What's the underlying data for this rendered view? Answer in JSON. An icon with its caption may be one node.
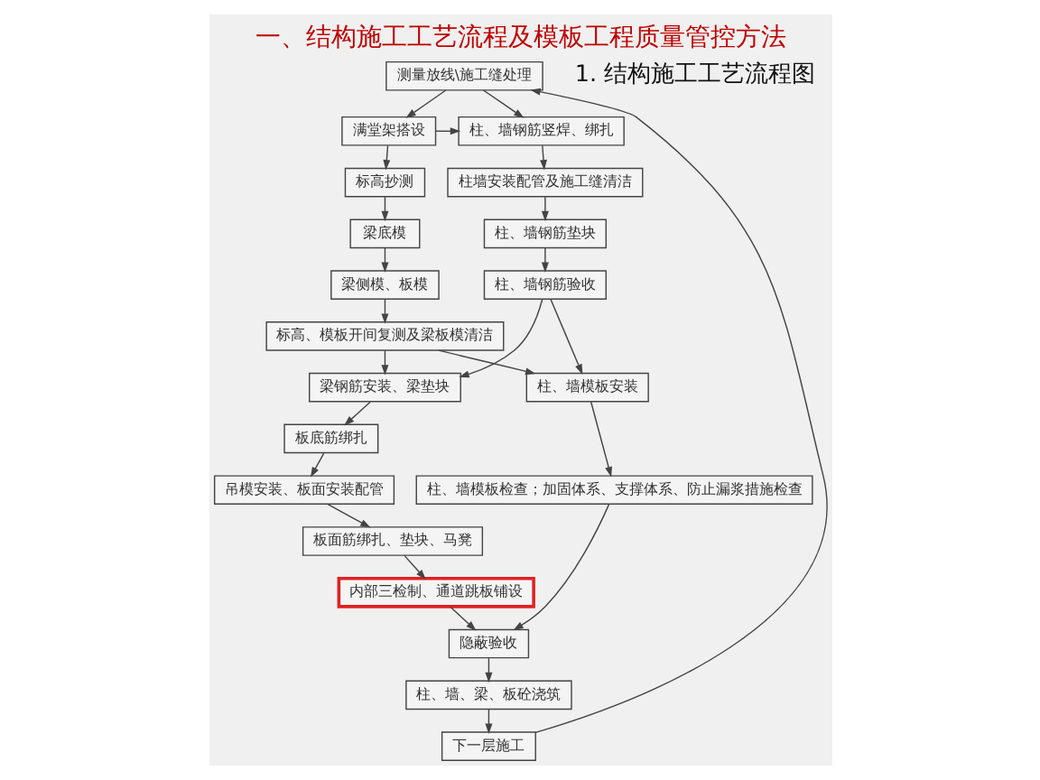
{
  "diagram": {
    "title": "一、结构施工工艺流程及模板工程质量管控方法",
    "nodes": [
      {
        "text": [
          "测量放线\\施工缝处理"
        ]
      },
      {
        "text": [
          "柱、墙钢筋竖焊、绑扎"
        ]
      },
      {
        "text": [
          "满堂架搭设"
        ]
      },
      {
        "text": [
          "柱墙安装配管及施工缝清洁"
        ]
      },
      {
        "text": [
          "标高抄测"
        ]
      },
      {
        "text": [
          "柱、墙钢筋垫块"
        ]
      },
      {
        "text": [
          "梁底模"
        ]
      },
      {
        "text": [
          "柱、墙钢筋验收"
        ]
      },
      {
        "text": [
          "梁侧模、板模"
        ]
      },
      {
        "text": [
          "标高、模板开间复测及梁板模清洁"
        ]
      },
      {
        "text": [
          "梁钢筋安装、梁垫块"
        ]
      },
      {
        "text": [
          "板底筋绑扎"
        ]
      },
      {
        "text": [
          "柱、墙模板安装"
        ]
      },
      {
        "text": [
          "吊模安装、板面安装配管"
        ]
      },
      {
        "text": [
          "柱、墙模板检查；加固体系、支撑体系、防止漏浆措施检查"
        ]
      },
      {
        "text": [
          "板面筋绑扎、垫块、马凳"
        ]
      },
      {
        "text": [
          "内部三检制、通道跳板铺设"
        ]
      },
      {
        "text": [
          "隐蔽验收"
        ]
      },
      {
        "text": [
          "柱、墙、梁、板砼浇筑"
        ]
      },
      {
        "text": [
          "下一层施工"
        ]
      }
    ],
    "edges": [
      {
        "from": 0,
        "to": 1,
        "arrow": "to"
      },
      {
        "from": 0,
        "to": 2,
        "arrow": "to"
      },
      {
        "from": 2,
        "to": 1,
        "arrow": "to"
      },
      {
        "from": 1,
        "to": 3,
        "arrow": "to"
      },
      {
        "from": 3,
        "to": 5,
        "arrow": "to"
      },
      {
        "from": 5,
        "to": 7,
        "arrow": "to"
      },
      {
        "from": 7,
        "to": 10,
        "arrow": "to"
      },
      {
        "from": 7,
        "to": 12,
        "arrow": "to"
      },
      {
        "from": 2,
        "to": 4,
        "arrow": "to"
      },
      {
        "from": 4,
        "to": 6,
        "arrow": "to"
      },
      {
        "from": 6,
        "to": 8,
        "arrow": "to"
      },
      {
        "from": 8,
        "to": 9,
        "arrow": "to"
      },
      {
        "from": 9,
        "to": 10,
        "arrow": "to"
      },
      {
        "from": 9,
        "to": 12,
        "arrow": "to"
      },
      {
        "from": 12,
        "to": 14,
        "arrow": "to"
      },
      {
        "from": 14,
        "to": 17,
        "arrow": "to"
      },
      {
        "from": 10,
        "to": 11,
        "arrow": "to"
      },
      {
        "from": 11,
        "to": 13,
        "arrow": "to"
      },
      {
        "from": 13,
        "to": 15,
        "arrow": "to"
      },
      {
        "from": 15,
        "to": 16,
        "arrow": "to"
      },
      {
        "from": 16,
        "to": 17,
        "arrow": "to"
      },
      {
        "from": 17,
        "to": 18,
        "arrow": "to"
      },
      {
        "from": 18,
        "to": 19,
        "arrow": "to"
      },
      {
        "from": 19,
        "to": 0,
        "arrow": "to"
      }
    ],
    "labels": [
      "1. 结构施工工艺流程图"
    ]
  }
}
